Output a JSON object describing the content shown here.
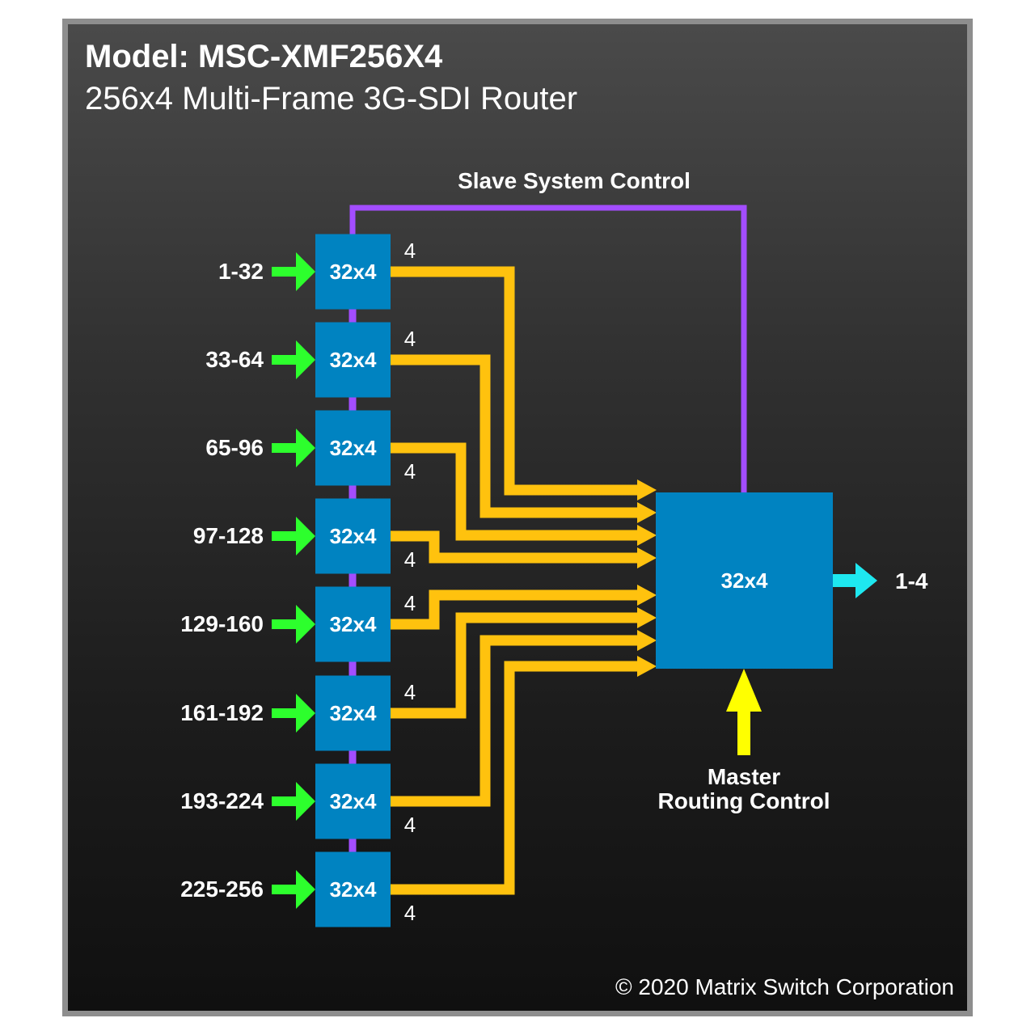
{
  "header": {
    "model": "Model: MSC-XMF256X4",
    "subtitle": "256x4 Multi-Frame 3G-SDI Router"
  },
  "diagram": {
    "slave_control_label": "Slave System Control",
    "master_label_line1": "Master",
    "master_label_line2": "Routing Control",
    "master_block_label": "32x4",
    "output_label": "1-4",
    "frames": [
      {
        "input": "1-32",
        "block": "32x4",
        "count": "4"
      },
      {
        "input": "33-64",
        "block": "32x4",
        "count": "4"
      },
      {
        "input": "65-96",
        "block": "32x4",
        "count": "4"
      },
      {
        "input": "97-128",
        "block": "32x4",
        "count": "4"
      },
      {
        "input": "129-160",
        "block": "32x4",
        "count": "4"
      },
      {
        "input": "161-192",
        "block": "32x4",
        "count": "4"
      },
      {
        "input": "193-224",
        "block": "32x4",
        "count": "4"
      },
      {
        "input": "225-256",
        "block": "32x4",
        "count": "4"
      }
    ],
    "colors": {
      "block": "#0083c1",
      "input_arrow": "#2dff2d",
      "output_arrow": "#1ee8f0",
      "bus": "#ffc20e",
      "slave_control": "#a34dff",
      "master_control": "#ffff00"
    }
  },
  "footer": {
    "copyright": "© 2020 Matrix Switch Corporation"
  }
}
